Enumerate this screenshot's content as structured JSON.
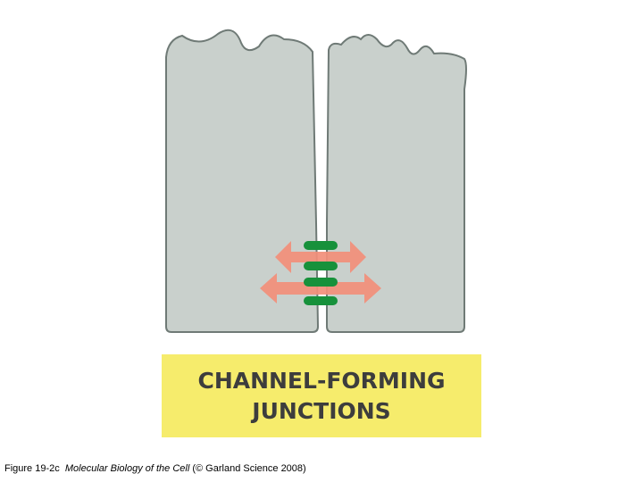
{
  "diagram": {
    "label_line1": "CHANNEL-FORMING",
    "label_line2": "JUNCTIONS",
    "colors": {
      "cell_fill": "#c9d0cc",
      "cell_stroke": "#6f7a76",
      "channel": "#17913b",
      "arrow": "#f28e7a",
      "label_bg": "#f6ec6c",
      "label_text": "#3d3d3d"
    }
  },
  "caption": {
    "figure": "Figure 19-2c",
    "book": "Molecular Biology of the Cell",
    "credit": "(© Garland Science 2008)"
  }
}
